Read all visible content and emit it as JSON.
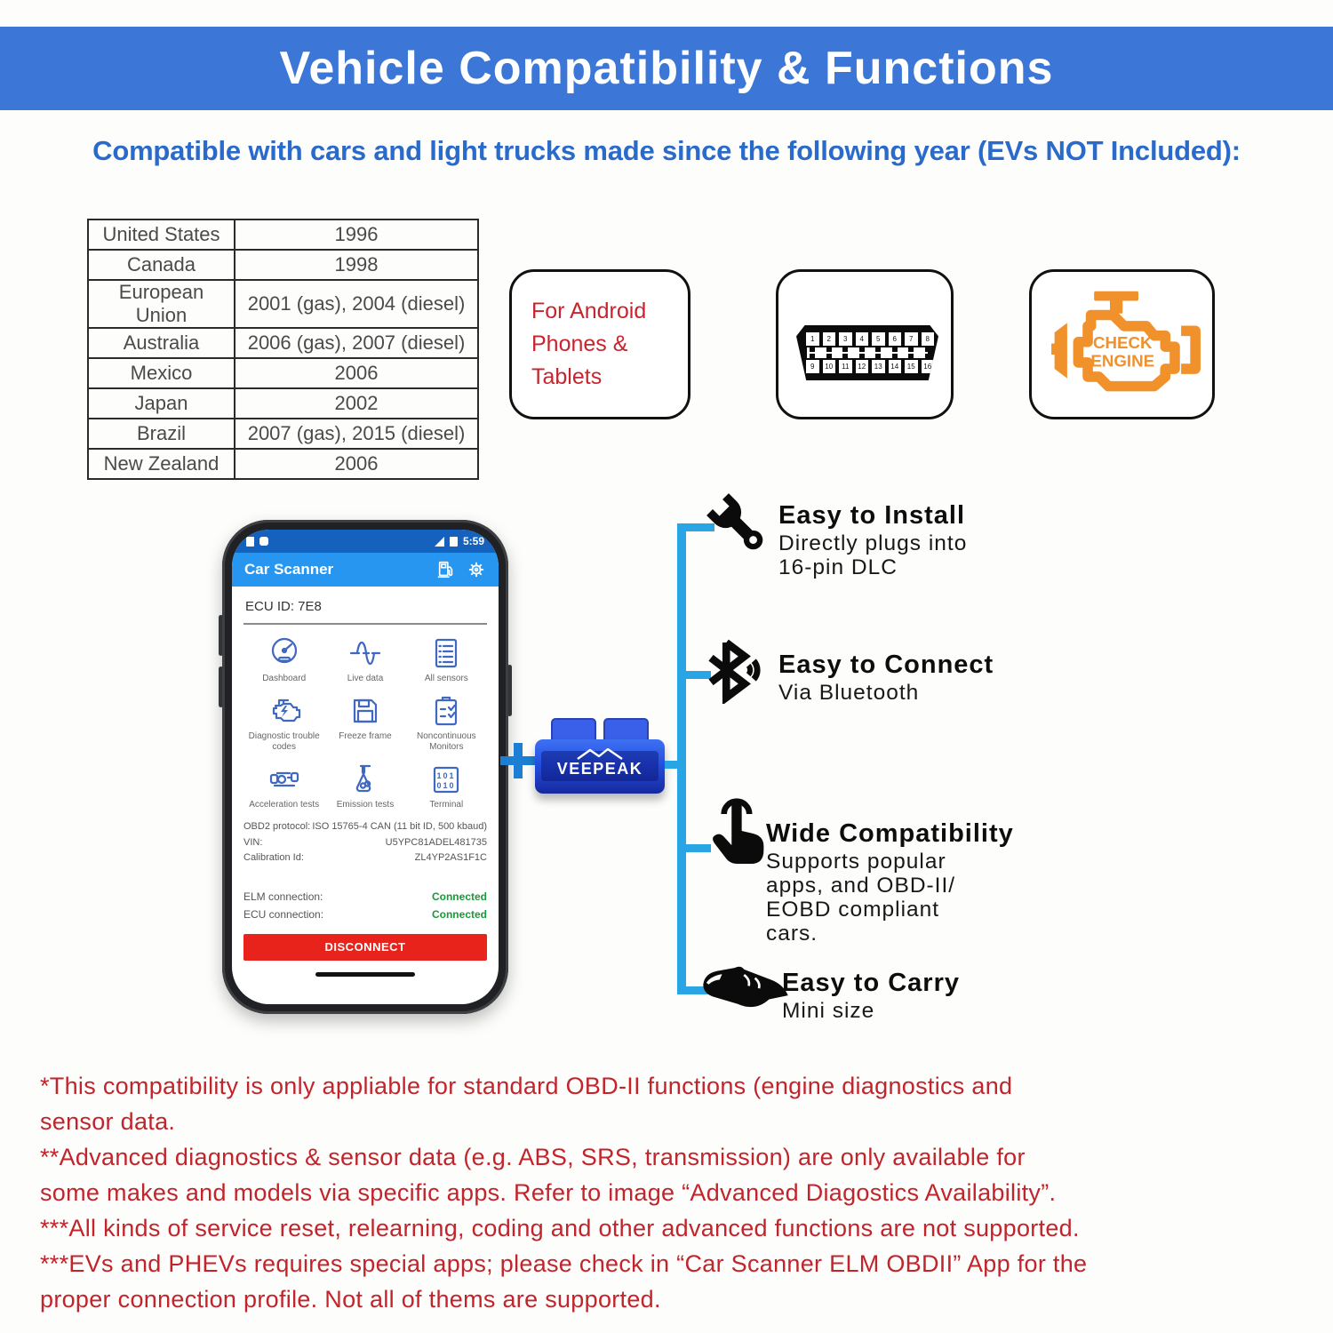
{
  "header": {
    "title": "Vehicle Compatibility & Functions"
  },
  "subtitle": "Compatible with cars and light trucks made since the following year (EVs NOT Included):",
  "compat_table": {
    "rows": [
      {
        "region": "United States",
        "year": "1996"
      },
      {
        "region": "Canada",
        "year": "1998"
      },
      {
        "region": "European Union",
        "year": "2001 (gas), 2004 (diesel)"
      },
      {
        "region": "Australia",
        "year": "2006 (gas), 2007 (diesel)"
      },
      {
        "region": "Mexico",
        "year": "2006"
      },
      {
        "region": "Japan",
        "year": "2002"
      },
      {
        "region": "Brazil",
        "year": "2007 (gas), 2015 (diesel)"
      },
      {
        "region": "New Zealand",
        "year": "2006"
      }
    ]
  },
  "badges": {
    "android": {
      "line1": "For Android",
      "line2": "Phones & Tablets"
    },
    "obd_connector": {
      "pins": [
        "1",
        "2",
        "3",
        "4",
        "5",
        "6",
        "7",
        "8",
        "9",
        "10",
        "11",
        "12",
        "13",
        "14",
        "15",
        "16"
      ]
    },
    "check_engine": {
      "line1": "CHECK",
      "line2": "ENGINE"
    }
  },
  "phone": {
    "status_bar": {
      "time": "5:59"
    },
    "app_bar": {
      "title": "Car Scanner"
    },
    "ecu_id": "ECU ID: 7E8",
    "grid": [
      {
        "icon": "dashboard-icon",
        "label": "Dashboard"
      },
      {
        "icon": "live-data-icon",
        "label": "Live data"
      },
      {
        "icon": "all-sensors-icon",
        "label": "All sensors"
      },
      {
        "icon": "diagnostic-trouble-codes-icon",
        "label": "Diagnostic trouble codes"
      },
      {
        "icon": "freeze-frame-icon",
        "label": "Freeze frame"
      },
      {
        "icon": "noncontinuous-monitors-icon",
        "label": "Noncontinuous Monitors"
      },
      {
        "icon": "acceleration-tests-icon",
        "label": "Acceleration tests"
      },
      {
        "icon": "emission-tests-icon",
        "label": "Emission tests"
      },
      {
        "icon": "terminal-icon",
        "label": "Terminal"
      }
    ],
    "info_rows": [
      {
        "label": "OBD2 protocol:",
        "value": "ISO 15765-4 CAN (11 bit ID, 500 kbaud)"
      },
      {
        "label": "VIN:",
        "value": "U5YPC81ADEL481735"
      },
      {
        "label": "Calibration Id:",
        "value": "ZL4YP2AS1F1C"
      }
    ],
    "connection_rows": [
      {
        "label": "ELM connection:",
        "value": "Connected"
      },
      {
        "label": "ECU connection:",
        "value": "Connected"
      }
    ],
    "disconnect_label": "DISCONNECT"
  },
  "dongle": {
    "brand": "VEEPEAK"
  },
  "features": [
    {
      "icon": "wrench-icon",
      "title": "Easy to Install",
      "lines": [
        "Directly plugs into",
        "16-pin DLC"
      ]
    },
    {
      "icon": "bluetooth-icon",
      "title": "Easy to Connect",
      "lines": [
        "Via Bluetooth"
      ]
    },
    {
      "icon": "tap-icon",
      "title": "Wide Compatibility",
      "lines": [
        "Supports popular",
        "apps, and OBD-II/",
        "EOBD compliant",
        "cars."
      ]
    },
    {
      "icon": "carry-hand-icon",
      "title": "Easy to Carry",
      "lines": [
        "Mini size"
      ]
    }
  ],
  "footnotes": {
    "lines": [
      "*This compatibility is only appliable for standard OBD-II functions (engine diagnostics and",
      "sensor data.",
      "**Advanced diagnostics & sensor data (e.g. ABS, SRS, transmission) are only available for",
      "some makes and models via specific apps. Refer to image “Advanced Diagostics Availability”.",
      "***All kinds of service reset, relearning, coding and other advanced functions are not supported.",
      "***EVs and PHEVs requires special apps; please check in “Car Scanner ELM OBDII” App for the",
      "proper connection profile. Not all of thems are supported."
    ]
  },
  "colors": {
    "header_blue": "#3c76d6",
    "subtitle_blue": "#2a6acb",
    "connector_line_blue": "#29a4e4",
    "plus_blue": "#1d7fd4",
    "footnote_red": "#c2242c",
    "android_red": "#c7252e",
    "engine_orange": "#f0912b",
    "app_bar_blue": "#2696f0",
    "status_bar_blue": "#1561be",
    "connected_green": "#189a38",
    "disconnect_red": "#e8231b",
    "dongle_blue": "#2450e0"
  }
}
